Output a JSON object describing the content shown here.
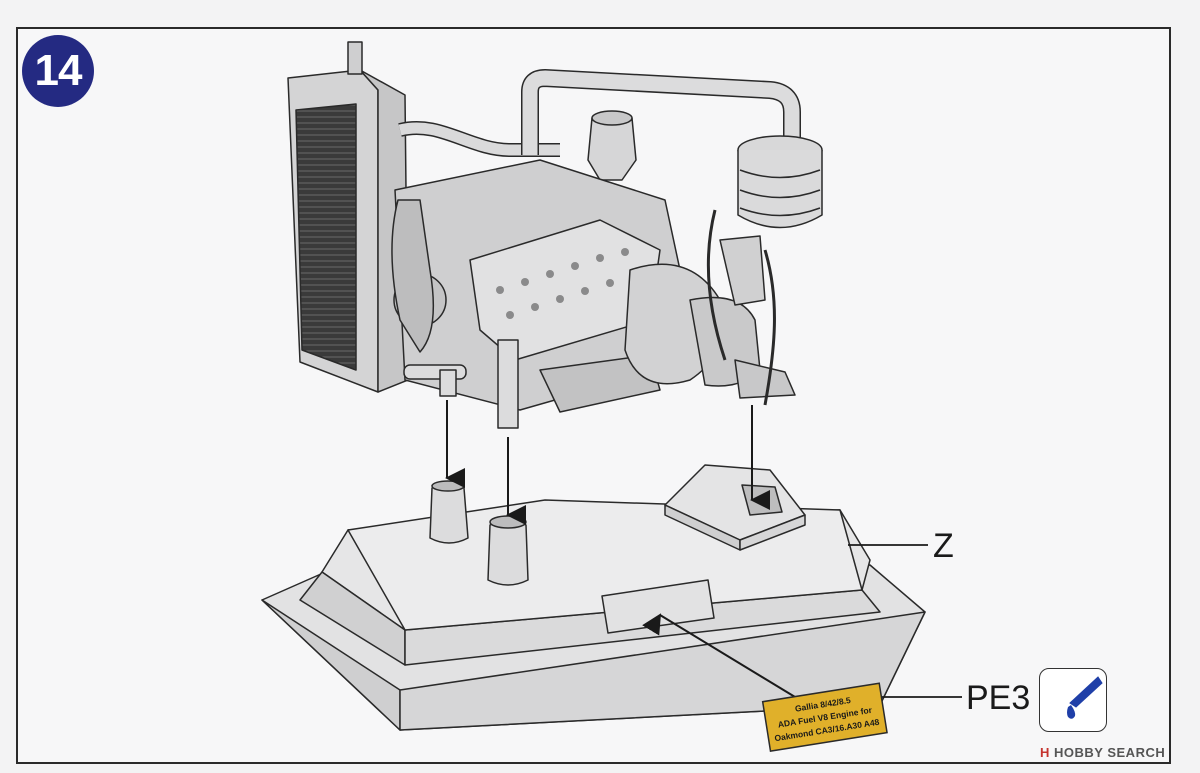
{
  "step": {
    "number": "14"
  },
  "callouts": {
    "base_part": "Z",
    "plate_part": "PE3"
  },
  "nameplate": {
    "lines": [
      "Gallia 8/42/8.5",
      "ADA Fuel V8 Engine for",
      "Oakmond CA3/16.A30 A48"
    ]
  },
  "icons": {
    "paint": "paint-drop-icon"
  },
  "watermark": {
    "mark": "H",
    "text": "HOBBY SEARCH"
  },
  "colors": {
    "badge": "#242a82",
    "part_fill": "#d9d9da",
    "outline": "#2a2a2a",
    "nameplate_gold": "#e0b02a",
    "paint_blue": "#1f3fa8"
  }
}
